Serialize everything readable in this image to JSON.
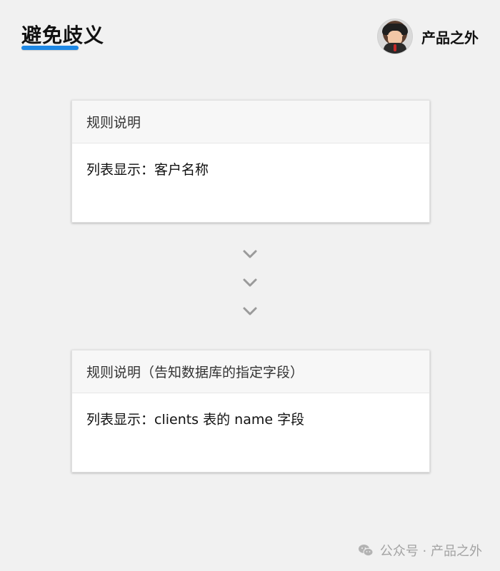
{
  "header": {
    "title": "避免歧义",
    "accent_color": "#1e88e5"
  },
  "brand": {
    "name": "产品之外",
    "avatar_icon": "avatar"
  },
  "cards": [
    {
      "header": "规则说明",
      "body": "列表显示：客户名称"
    },
    {
      "header": "规则说明（告知数据库的指定字段）",
      "body": "列表显示：clients 表的 name 字段"
    }
  ],
  "arrows": {
    "icon": "chevron-down-icon",
    "count": 3,
    "color": "#9a9a9a"
  },
  "footer": {
    "text": "公众号 · 产品之外",
    "icon": "wechat-icon"
  }
}
